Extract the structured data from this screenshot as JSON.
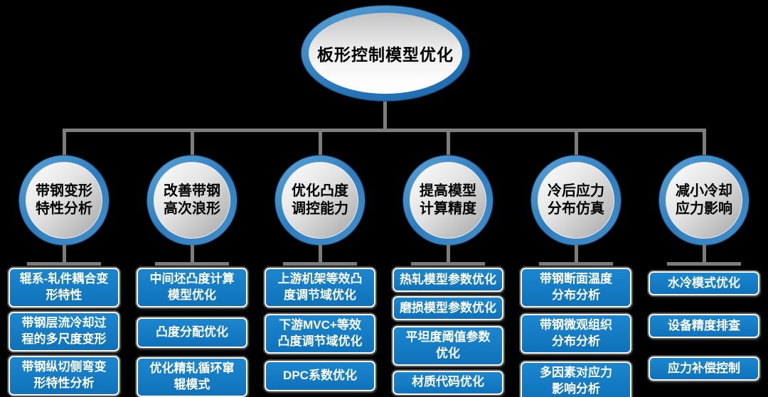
{
  "root": {
    "title": "板形控制模型优化"
  },
  "columns": [
    {
      "title": "带钢变形\n特性分析",
      "items": [
        "辊系-轧件耦合变\n形特性",
        "带钢层流冷却过\n程的多尺度变形",
        "带钢纵切侧弯变\n形特性分析"
      ]
    },
    {
      "title": "改善带钢\n高次浪形",
      "items": [
        "中间坯凸度计算\n模型优化",
        "凸度分配优化",
        "优化精轧循环窜\n辊模式"
      ]
    },
    {
      "title": "优化凸度\n调控能力",
      "items": [
        "上游机架等效凸\n度调节域优化",
        "下游MVC+等效\n凸度调节域优化",
        "DPC系数优化"
      ]
    },
    {
      "title": "提高模型\n计算精度",
      "items": [
        "热轧模型参数优化",
        "磨损模型参数优化",
        "平坦度阈值参数\n优化",
        "材质代码优化"
      ]
    },
    {
      "title": "冷后应力\n分布仿真",
      "items": [
        "带钢断面温度\n分布分析",
        "带钢微观组织\n分布分析",
        "多因素对应力\n影响分析"
      ]
    },
    {
      "title": "减小冷却\n应力影响",
      "items": [
        "水冷模式优化",
        "设备精度排查",
        "应力补偿控制"
      ]
    }
  ],
  "colors": {
    "background": "#000000",
    "box_blue": "#1076C1",
    "ring_blue": "#3E8FCC",
    "connector_gray": "#7D7D7D",
    "box_text": "#FFFFFF",
    "node_text": "#000000"
  }
}
